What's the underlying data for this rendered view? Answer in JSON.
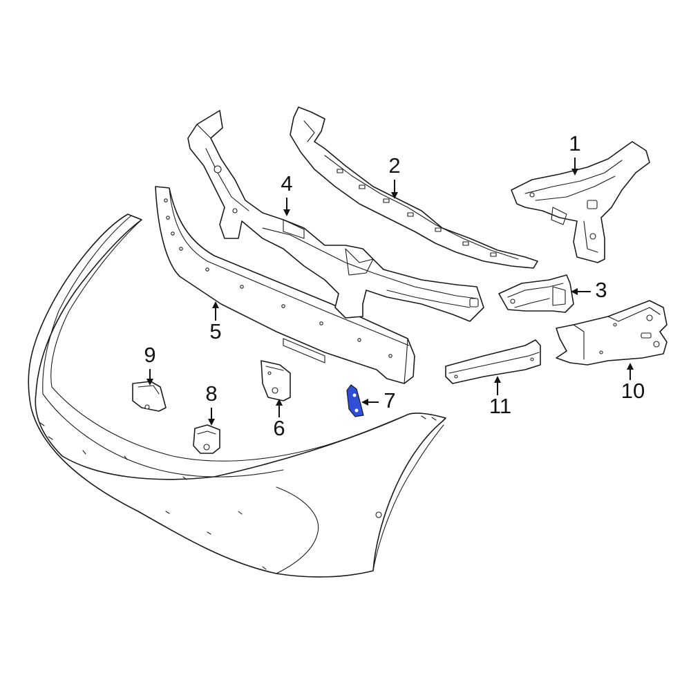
{
  "diagram": {
    "highlight_color": "#2f4fd6",
    "line_color": "#1a1a1a",
    "highlighted_part": "7"
  },
  "callouts": [
    {
      "id": "1",
      "label": "1"
    },
    {
      "id": "2",
      "label": "2"
    },
    {
      "id": "3",
      "label": "3"
    },
    {
      "id": "4",
      "label": "4"
    },
    {
      "id": "5",
      "label": "5"
    },
    {
      "id": "6",
      "label": "6"
    },
    {
      "id": "7",
      "label": "7"
    },
    {
      "id": "8",
      "label": "8"
    },
    {
      "id": "9",
      "label": "9"
    },
    {
      "id": "10",
      "label": "10"
    },
    {
      "id": "11",
      "label": "11"
    }
  ]
}
